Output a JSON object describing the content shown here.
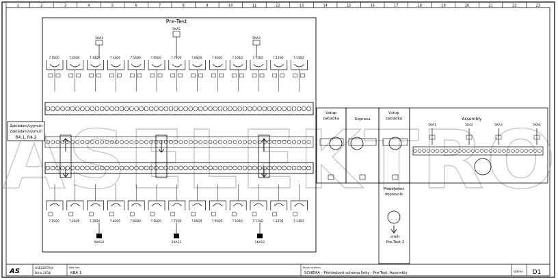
{
  "border": {
    "columns": [
      "1",
      "2",
      "3",
      "4",
      "5",
      "6",
      "7",
      "8",
      "9",
      "10",
      "11",
      "12",
      "13",
      "14",
      "15",
      "16",
      "17",
      "18",
      "19",
      "20",
      "21",
      "22",
      "23"
    ]
  },
  "watermark": "ASELEKTRO",
  "sections": {
    "pretest": "Pre-Test",
    "side_box_line1": "Zakládání/vyjmutí",
    "side_box_line2": "Zakládání/vyjmutí",
    "side_box_line3": "R4.1, R4.2",
    "vstup_line1": "Vstup",
    "vstup_line2": "zakládka",
    "doprava": "Doprava",
    "vstup2_line1": "Vstup",
    "vstup2_line2": "zakládka",
    "assembly": "Assembly",
    "spoj_line1": "Propojovací",
    "spoj_line2": "dopravník",
    "smer_line1": "směr",
    "smer_line2": "Pre-Test 2"
  },
  "top_station_labels": [
    "7.1SQ0",
    "7.2SQ0",
    "7.3SQ0",
    "7.4SQ0",
    "7.5SQ0",
    "7.6SQ0",
    "7.7SQ0",
    "7.8SQ0",
    "7.9SQ0",
    "7.10SQ",
    "7.11SQ",
    "7.12SQ",
    "7.13SQ"
  ],
  "bottom_station_labels": [
    "7.1SQ0",
    "7.2SQ0",
    "7.3SQ0",
    "7.4SQ0",
    "7.5SQ0",
    "7.6SQ0",
    "7.7SQ0",
    "7.8SQ0",
    "7.9SQ0",
    "7.10SQ",
    "7.11SQ",
    "7.12SQ",
    "7.13SQ"
  ],
  "sensor_tags": {
    "top_a": "5KA1",
    "top_b": "5KA2",
    "top_c": "5KA3",
    "bottom_a": "5KA10",
    "bottom_b": "5KA11",
    "bottom_c": "5KA12"
  },
  "assembly_tags": [
    "5KA1",
    "5KA2",
    "5KA3",
    "5KA4"
  ],
  "title_block": {
    "logo": "AS",
    "company_line1": "ASELEKTRO",
    "company_line2": "Brno 2016",
    "doc_label": "Kód dok.",
    "doc_value": "KBA 1",
    "desc_label": "Popis výkresu",
    "desc_value": "SCHÉMA - Přehledové schéma linky - Pre-Test, Assembly",
    "sheet_label": "Výkres",
    "sheet_value": "D1"
  }
}
